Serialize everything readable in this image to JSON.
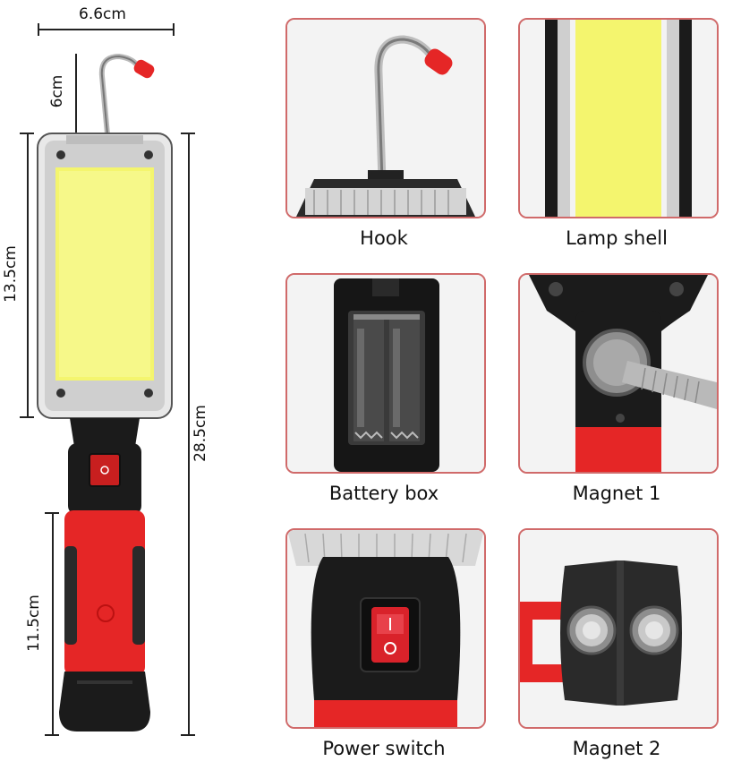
{
  "dimensions": {
    "width": "6.6cm",
    "hook_height": "6cm",
    "lamp_height": "13.5cm",
    "total_length": "28.5cm",
    "handle_length": "11.5cm"
  },
  "panels": [
    {
      "id": "hook",
      "label": "Hook"
    },
    {
      "id": "lamp-shell",
      "label": "Lamp shell"
    },
    {
      "id": "battery-box",
      "label": "Battery box"
    },
    {
      "id": "magnet-1",
      "label": "Magnet 1"
    },
    {
      "id": "power-switch",
      "label": "Power switch"
    },
    {
      "id": "magnet-2",
      "label": "Magnet 2"
    }
  ],
  "colors": {
    "panel_border": "#d06a6a",
    "cob_yellow": "#f4f56e",
    "handle_red": "#e52626",
    "rubber_black": "#1b1b1b"
  }
}
